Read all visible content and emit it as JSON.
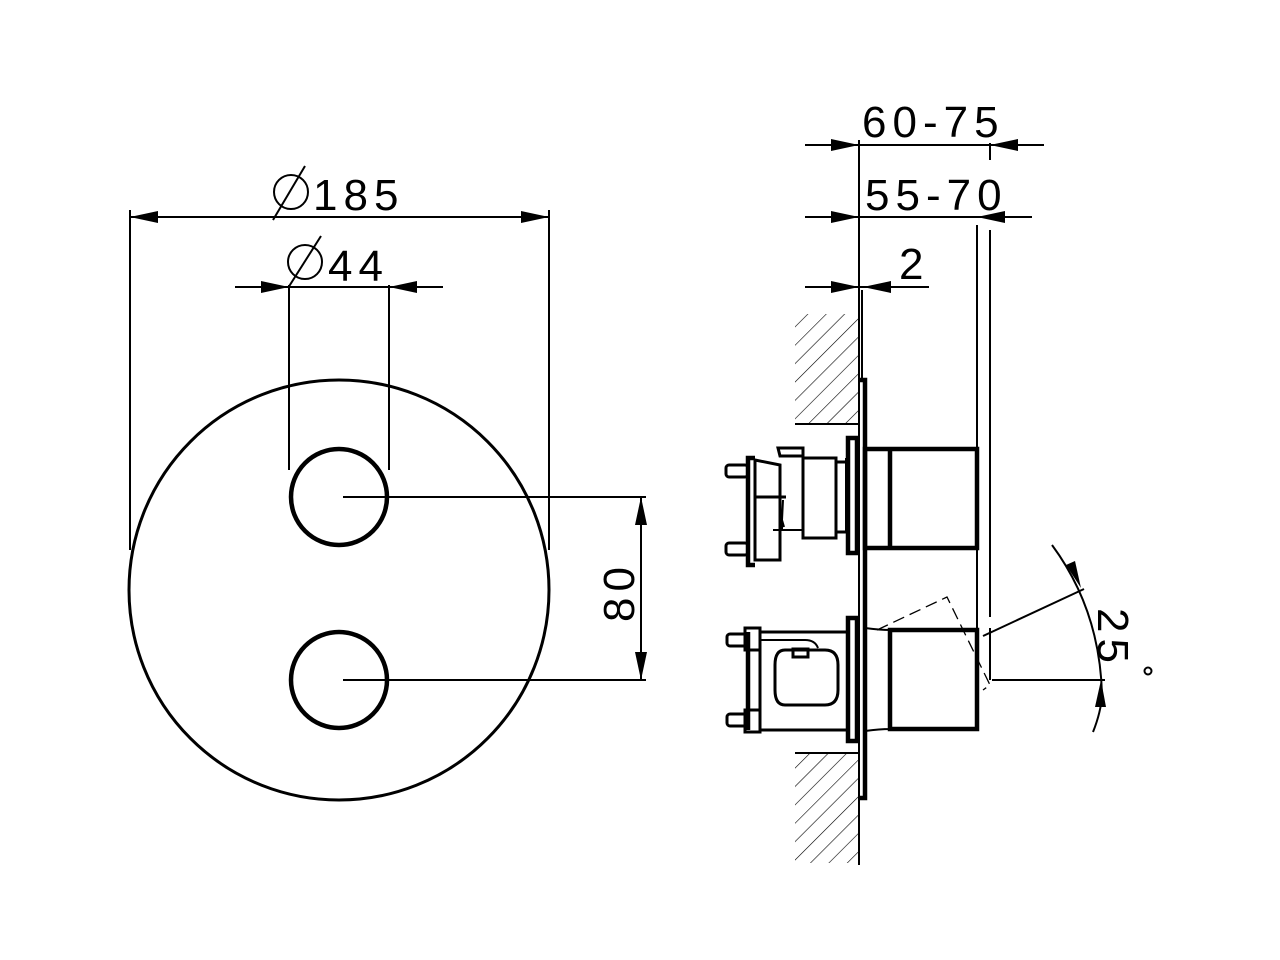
{
  "front_view": {
    "outer_diameter_label": "∅185",
    "outer_diameter_value": "185",
    "knob_diameter_label": "∅44",
    "knob_diameter_value": "44",
    "knob_spacing_label": "80",
    "knob_count": 2
  },
  "side_view": {
    "depth_max_label": "60-75",
    "depth_min_label": "55-70",
    "plate_thickness_label": "2",
    "rotation_angle_label": "25",
    "rotation_angle_unit": "°"
  },
  "colors": {
    "line": "#000000",
    "background": "#ffffff"
  }
}
